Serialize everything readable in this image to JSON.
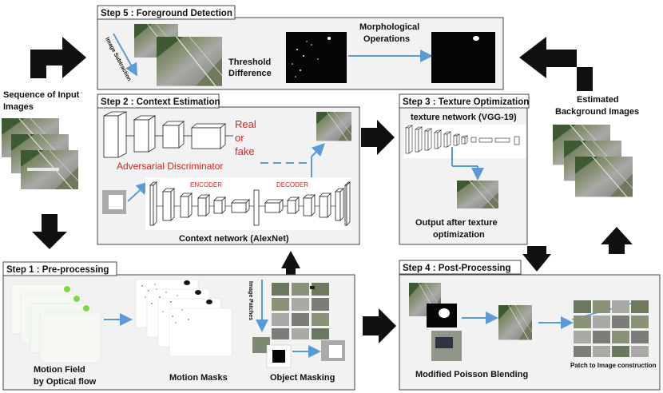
{
  "left": {
    "input_label_1": "Sequence of Input",
    "input_label_2": "Images"
  },
  "right": {
    "output_label_1": "Estimated",
    "output_label_2": "Background Images"
  },
  "step5": {
    "title": "Step 5 : Foreground Detection",
    "rotated_label": "Image Subtraction",
    "threshold_1": "Threshold",
    "threshold_2": "Difference",
    "morph_1": "Morphological",
    "morph_2": "Operations"
  },
  "step2": {
    "title": "Step 2 : Context Estimation",
    "real": "Real",
    "or": "or",
    "fake": "fake",
    "discriminator": "Adversarial Discriminator",
    "encoder": "ENCODER",
    "decoder": "DECODER",
    "network": "Context network (AlexNet)"
  },
  "step3": {
    "title": "Step 3 : Texture Optimization",
    "network": "texture network (VGG-19)",
    "output_1": "Output after texture",
    "output_2": "optimization"
  },
  "step1": {
    "title": "Step 1 : Pre-processing",
    "rotated_label": "Image Patches",
    "motion_field_1": "Motion Field",
    "motion_field_2": "by Optical flow",
    "motion_masks": "Motion Masks",
    "object_masking": "Object Masking"
  },
  "step4": {
    "title": "Step 4 : Post-Processing",
    "blending": "Modified Poisson Blending",
    "patch": "Patch to Image construction"
  },
  "colors": {
    "box_fill": "#f2f2f2",
    "box_stroke": "#444444",
    "arrow_blue": "#5b9bd5",
    "accent_red": "#d62222"
  }
}
